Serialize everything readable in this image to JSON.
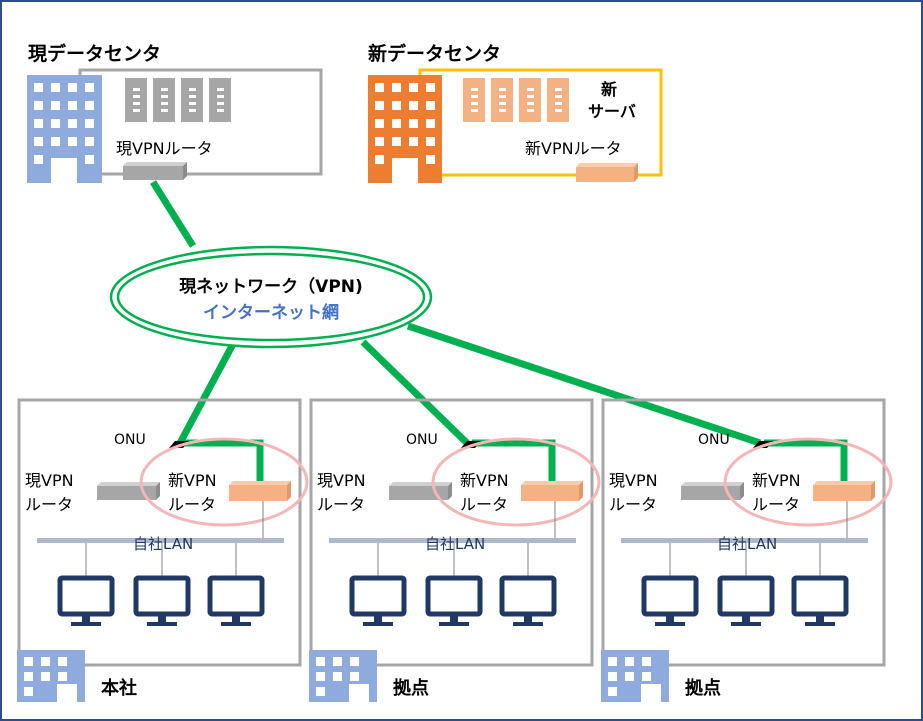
{
  "datacenters": {
    "current": {
      "title": "現データセンタ",
      "router_label": "現VPNルータ"
    },
    "new": {
      "title": "新データセンタ",
      "server_label_1": "新",
      "server_label_2": "サーバ",
      "router_label": "新VPNルータ"
    }
  },
  "network": {
    "title": "現ネットワーク（VPN)",
    "subtitle": "インターネット網"
  },
  "sites": [
    {
      "name": "本社",
      "onu": "ONU",
      "old_router_1": "現VPN",
      "old_router_2": "ルータ",
      "new_router_1": "新VPN",
      "new_router_2": "ルータ",
      "lan": "自社LAN"
    },
    {
      "name": "拠点",
      "onu": "ONU",
      "old_router_1": "現VPN",
      "old_router_2": "ルータ",
      "new_router_1": "新VPN",
      "new_router_2": "ルータ",
      "lan": "自社LAN"
    },
    {
      "name": "拠点",
      "onu": "ONU",
      "old_router_1": "現VPN",
      "old_router_2": "ルータ",
      "new_router_1": "新VPN",
      "new_router_2": "ルータ",
      "lan": "自社LAN"
    }
  ],
  "colors": {
    "frame": "#2f4d8c",
    "box_gray": "#a6a6a6",
    "link_green": "#00b050",
    "building_blue": "#8faadc",
    "building_orange": "#ed7d31",
    "server_orange": "#f4b183",
    "new_dc_border": "#ffc000",
    "highlight_pink": "#f4b6b6",
    "lan_bar": "#adb9ca",
    "monitor_navy": "#1f3864",
    "subtitle_blue": "#4472c4"
  }
}
